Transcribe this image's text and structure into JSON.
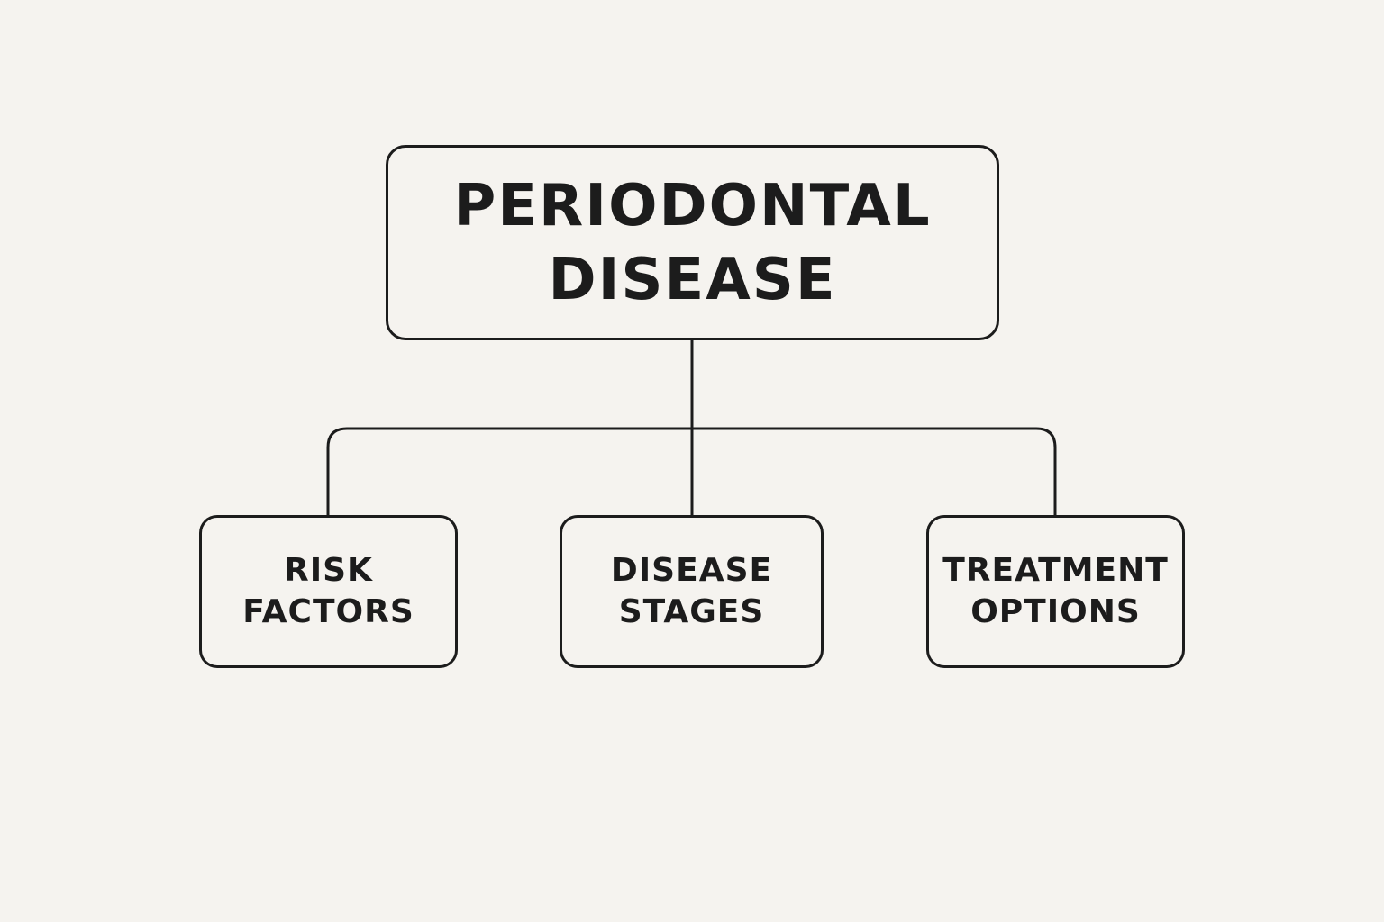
{
  "diagram": {
    "root": {
      "lines": [
        "PERIODONTAL",
        "DISEASE"
      ]
    },
    "children": [
      {
        "lines": [
          "RISK",
          "FACTORS"
        ]
      },
      {
        "lines": [
          "DISEASE",
          "STAGES"
        ]
      },
      {
        "lines": [
          "TREATMENT",
          "OPTIONS"
        ]
      }
    ],
    "colors": {
      "background": "#f5f3ef",
      "stroke": "#1c1c1c",
      "text": "#1c1c1c"
    }
  }
}
